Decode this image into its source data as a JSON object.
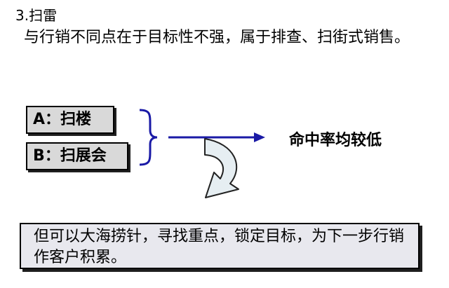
{
  "heading": "3.扫雷",
  "paragraph": "与行销不同点在于目标性不强，属于排查、扫街式销售。",
  "boxes": {
    "a": "A：扫楼",
    "b": "B：扫展会"
  },
  "result": "命中率均较低",
  "note": "但可以大海捞针，寻找重点，锁定目标，为下一步行销作客户积累。",
  "colors": {
    "arrow": "#1a1aa6",
    "box_fill": "#d9d9d9",
    "note_fill": "#e8e8ee",
    "curve_arrow_fill": "#e6eef2"
  }
}
